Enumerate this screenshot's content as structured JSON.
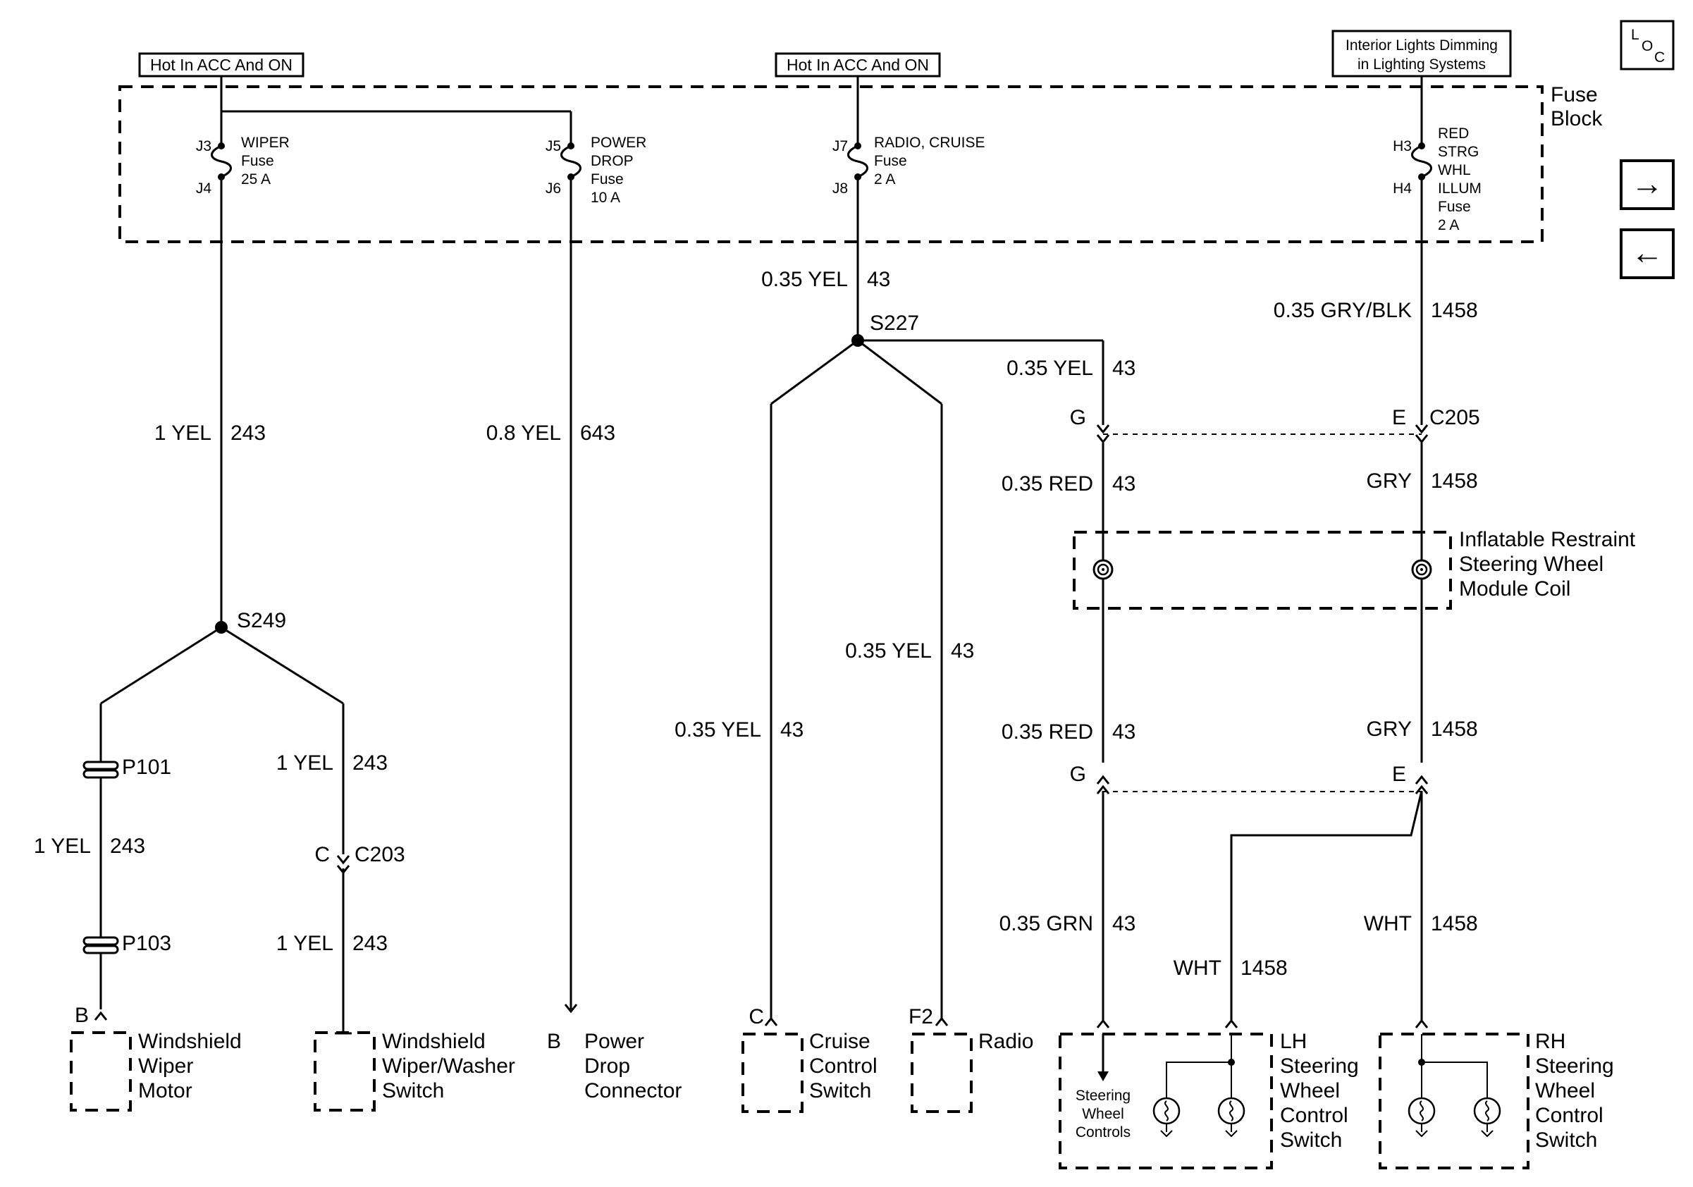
{
  "power_sources": [
    {
      "label": "Hot In ACC And ON"
    },
    {
      "label": "Hot In ACC And ON"
    },
    {
      "label_line1": "Interior Lights Dimming",
      "label_line2": "in Lighting Systems"
    }
  ],
  "fuse_block": {
    "label_line1": "Fuse",
    "label_line2": "Block"
  },
  "fuses": [
    {
      "top_pin": "J3",
      "bottom_pin": "J4",
      "name_lines": [
        "WIPER",
        "Fuse",
        "25 A"
      ]
    },
    {
      "top_pin": "J5",
      "bottom_pin": "J6",
      "name_lines": [
        "POWER",
        "DROP",
        "Fuse",
        "10 A"
      ]
    },
    {
      "top_pin": "J7",
      "bottom_pin": "J8",
      "name_lines": [
        "RADIO, CRUISE",
        "Fuse",
        "2 A"
      ]
    },
    {
      "top_pin": "H3",
      "bottom_pin": "H4",
      "name_lines": [
        "RED",
        "STRG",
        "WHL",
        "ILLUM",
        "Fuse",
        "2 A"
      ]
    }
  ],
  "wires": [
    {
      "gauge_color": "1 YEL",
      "circuit": "243"
    },
    {
      "gauge_color": "0.8 YEL",
      "circuit": "643"
    },
    {
      "gauge_color": "0.35 YEL",
      "circuit": "43"
    },
    {
      "gauge_color": "0.35 GRY/BLK",
      "circuit": "1458"
    },
    {
      "gauge_color": "0.35 YEL",
      "circuit": "43"
    },
    {
      "gauge_color": "0.35 RED",
      "circuit": "43"
    },
    {
      "gauge_color": "GRY",
      "circuit": "1458"
    },
    {
      "gauge_color": "0.35 YEL",
      "circuit": "43"
    },
    {
      "gauge_color": "0.35 YEL",
      "circuit": "43"
    },
    {
      "gauge_color": "0.35 RED",
      "circuit": "43"
    },
    {
      "gauge_color": "GRY",
      "circuit": "1458"
    },
    {
      "gauge_color": "1 YEL",
      "circuit": "243"
    },
    {
      "gauge_color": "1 YEL",
      "circuit": "243"
    },
    {
      "gauge_color": "1 YEL",
      "circuit": "243"
    },
    {
      "gauge_color": "0.35 GRN",
      "circuit": "43"
    },
    {
      "gauge_color": "WHT",
      "circuit": "1458"
    },
    {
      "gauge_color": "WHT",
      "circuit": "1458"
    }
  ],
  "splices": [
    "S227",
    "S249"
  ],
  "connectors": {
    "c205": {
      "name": "C205",
      "pin_g": "G",
      "pin_e": "E"
    },
    "lower": {
      "pin_g": "G",
      "pin_e": "E"
    },
    "c203": {
      "name": "C203",
      "pin": "C"
    },
    "p101": "P101",
    "p103": "P103"
  },
  "coil_module": {
    "lines": [
      "Inflatable Restraint",
      "Steering Wheel",
      "Module Coil"
    ]
  },
  "components": {
    "wiper_motor": {
      "pin": "B",
      "lines": [
        "Windshield",
        "Wiper",
        "Motor"
      ]
    },
    "washer_switch": {
      "lines": [
        "Windshield",
        "Wiper/Washer",
        "Switch"
      ]
    },
    "power_drop": {
      "pin": "B",
      "lines": [
        "Power",
        "Drop",
        "Connector"
      ]
    },
    "cruise_switch": {
      "pin": "C",
      "lines": [
        "Cruise",
        "Control",
        "Switch"
      ]
    },
    "radio": {
      "pin": "F2",
      "lines": [
        "Radio"
      ]
    },
    "lh_switch": {
      "lines": [
        "LH",
        "Steering",
        "Wheel",
        "Control",
        "Switch"
      ],
      "inner_lines": [
        "Steering",
        "Wheel",
        "Controls"
      ]
    },
    "rh_switch": {
      "lines": [
        "RH",
        "Steering",
        "Wheel",
        "Control",
        "Switch"
      ]
    }
  },
  "nav": {
    "loc_l": "L",
    "loc_o": "O",
    "loc_c": "C",
    "forward": "→",
    "back": "←"
  }
}
